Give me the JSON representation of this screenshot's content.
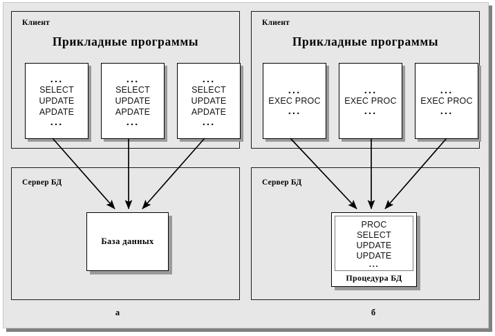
{
  "figure": {
    "caption_left": "а",
    "caption_right": "б"
  },
  "colors": {
    "page_background": "#ffffff",
    "canvas_background": "#e7e7e7",
    "panel_border": "#1a1a1a",
    "box_fill": "#ffffff",
    "shadow": "#9a9a9a",
    "arrow": "#000000"
  },
  "left_diagram": {
    "client_panel": {
      "label": "Клиент",
      "title": "Прикладные программы",
      "programs": [
        {
          "lines": [
            "...",
            "SELECT",
            "UPDATE",
            "APDATE",
            "..."
          ]
        },
        {
          "lines": [
            "...",
            "SELECT",
            "UPDATE",
            "APDATE",
            "..."
          ]
        },
        {
          "lines": [
            "...",
            "SELECT",
            "UPDATE",
            "APDATE",
            "..."
          ]
        }
      ]
    },
    "server_panel": {
      "label": "Сервер БД",
      "database": {
        "label": "База данных"
      }
    }
  },
  "right_diagram": {
    "client_panel": {
      "label": "Клиент",
      "title": "Прикладные программы",
      "programs": [
        {
          "lines": [
            "...",
            "EXEC PROC",
            "..."
          ]
        },
        {
          "lines": [
            "...",
            "EXEC PROC",
            "..."
          ]
        },
        {
          "lines": [
            "...",
            "EXEC PROC",
            "..."
          ]
        }
      ]
    },
    "server_panel": {
      "label": "Сервер БД",
      "procedure": {
        "lines": [
          "PROC",
          "SELECT",
          "UPDATE",
          "UPDATE"
        ],
        "trailing_dots": "...",
        "caption": "Процедура БД"
      }
    }
  }
}
